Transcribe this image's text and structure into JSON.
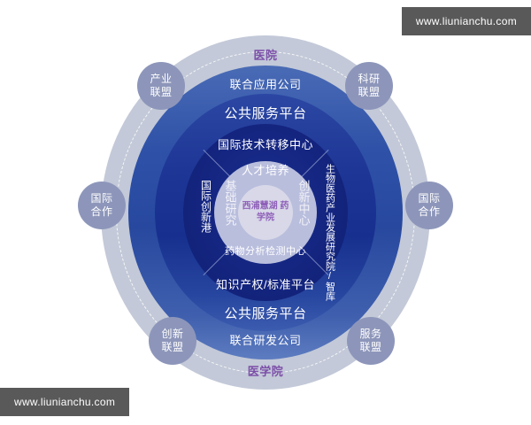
{
  "diagram": {
    "center": {
      "line1": "西浦慧湖",
      "line2": "药学院"
    },
    "top_cap_label": "医院",
    "bottom_cap_label": "医学院",
    "ring_labels": {
      "union_application_company": "联合应用公司",
      "public_service_platform_top": "公共服务平台",
      "international_tech_transfer_center": "国际技术转移中心",
      "talent_cultivation": "人才培养",
      "drug_analysis_testing_center": "药物分析检测中心",
      "ip_standard_platform": "知识产权/标准平台",
      "public_service_platform_bottom": "公共服务平台",
      "union_rd_company": "联合研发公司"
    },
    "vertical_labels": {
      "international_innovation_port": "国际创新港",
      "basic_research": "基础研究",
      "innovation_center": "创新中心",
      "bio_pharma_institute": "生物医药产业发展研究院/智库"
    },
    "bubbles": [
      {
        "id": "industry-alliance",
        "line1": "产业",
        "line2": "联盟"
      },
      {
        "id": "research-alliance",
        "line1": "科研",
        "line2": "联盟"
      },
      {
        "id": "intl-coop-left",
        "line1": "国际",
        "line2": "合作"
      },
      {
        "id": "intl-coop-right",
        "line1": "国际",
        "line2": "合作"
      },
      {
        "id": "innovation-alliance",
        "line1": "创新",
        "line2": "联盟"
      },
      {
        "id": "service-alliance",
        "line1": "服务",
        "line2": "联盟"
      }
    ],
    "colors": {
      "outer_ring": "#c3c9d8",
      "mid_ring": "#2f52a8",
      "dark_ring": "#1d3595",
      "deep_ring": "#142580",
      "lavender_ring": "#b9bedd",
      "core": "#d8d8e8",
      "bubble": "#8d96ba",
      "cap_text": "#7c4fa8",
      "core_text": "#8e5fb8"
    }
  },
  "watermark": {
    "top": "www.liunianchu.com",
    "bottom": "www.liunianchu.com"
  }
}
